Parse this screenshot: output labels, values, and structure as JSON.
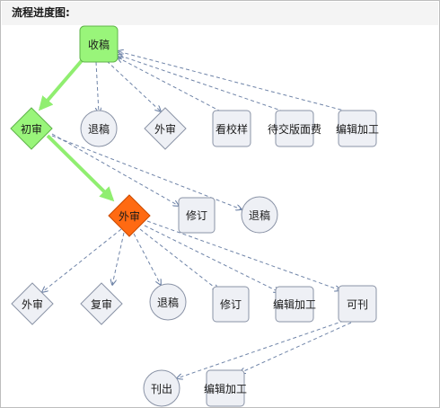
{
  "header": {
    "title": "流程进度图:"
  },
  "colors": {
    "active": "#99f57a",
    "active_stroke": "#5fb34a",
    "current": "#ff6a12",
    "current_stroke": "#c94a00",
    "pending": "#eef0f5",
    "pending_stroke": "#8a93a6",
    "edge_dashed": "#6f84a8",
    "edge_active": "#90ee70"
  },
  "nodes": {
    "receive": "收稿",
    "initial_review": "初审",
    "reject_1": "退稿",
    "external_1": "外审",
    "proofread": "看校样",
    "await_layout_fee": "待交版面费",
    "edit_process_1": "编辑加工",
    "external_2": "外审",
    "revise_1": "修订",
    "reject_2": "退稿",
    "external_3": "外审",
    "re_review": "复审",
    "reject_3": "退稿",
    "revise_2": "修订",
    "edit_process_2": "编辑加工",
    "publishable": "可刊",
    "publish": "刊出",
    "edit_process_3": "编辑加工"
  }
}
